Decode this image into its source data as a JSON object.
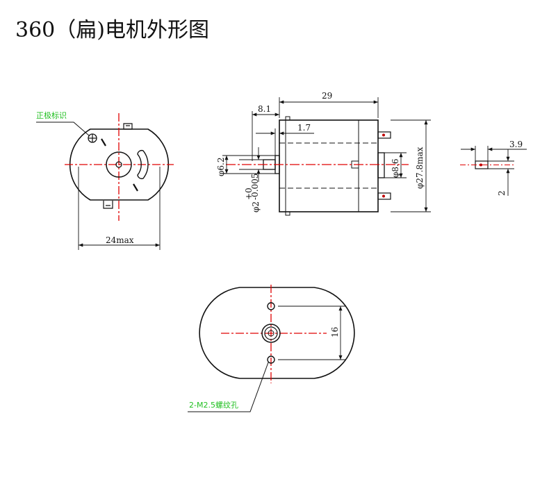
{
  "title": "360（扁)电机外形图",
  "colors": {
    "outline": "#111111",
    "centerline": "#e00000",
    "note": "#22c022"
  },
  "front_view": {
    "polarity_note": "正极标识",
    "width_dim": "24max"
  },
  "side_view": {
    "length_dim": "29",
    "shaft_len_dim": "8.1",
    "boss_len_dim": "1.7",
    "boss_dia_dim": "φ6.2",
    "shaft_dia_dim": "φ2",
    "shaft_tol_upper": "+0",
    "shaft_tol_lower": "-0.005",
    "rear_boss_dia_dim": "φ8.6",
    "body_dia_dim": "φ27.8max"
  },
  "terminal_view": {
    "width_dim": "3.9",
    "height_dim": "2"
  },
  "rear_view": {
    "hole_spacing_dim": "16",
    "holes_note": "2-M2.5螺纹孔"
  }
}
